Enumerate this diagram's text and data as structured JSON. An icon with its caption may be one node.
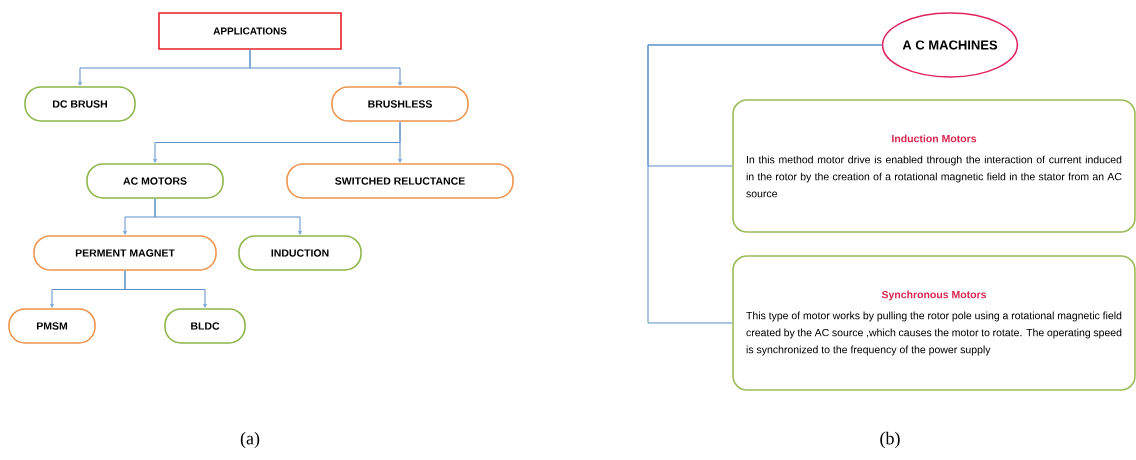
{
  "diagram": {
    "nodes": [
      {
        "text": [
          "APPLICATIONS"
        ]
      },
      {
        "text": [
          "DC BRUSH"
        ]
      },
      {
        "text": [
          "BRUSHLESS"
        ]
      },
      {
        "text": [
          "AC MOTORS"
        ]
      },
      {
        "text": [
          "SWITCHED RELUCTANCE"
        ]
      },
      {
        "text": [
          "PERMENT MAGNET"
        ]
      },
      {
        "text": [
          "INDUCTION"
        ]
      },
      {
        "text": [
          "PMSM"
        ]
      },
      {
        "text": [
          "BLDC"
        ]
      },
      {
        "text": [
          "A C MACHINES"
        ]
      },
      {
        "text": [
          "Induction Motors",
          "In this method motor drive is enabled through the interaction of current induced in the rotor by the creation of a rotational magnetic field in the stator from an AC source"
        ]
      },
      {
        "text": [
          "Synchronous Motors",
          "This type of motor works by pulling the rotor pole using a rotational magnetic field created by the AC source ,which causes the motor to rotate. The operating speed is synchronized to the frequency of the power supply"
        ]
      }
    ],
    "edges": [
      {
        "from": 0,
        "to": 1,
        "arrow": "to"
      },
      {
        "from": 0,
        "to": 2,
        "arrow": "to"
      },
      {
        "from": 2,
        "to": 3,
        "arrow": "to"
      },
      {
        "from": 2,
        "to": 4,
        "arrow": "to"
      },
      {
        "from": 3,
        "to": 5,
        "arrow": "to"
      },
      {
        "from": 3,
        "to": 6,
        "arrow": "to"
      },
      {
        "from": 5,
        "to": 7,
        "arrow": "to"
      },
      {
        "from": 5,
        "to": 8,
        "arrow": "to"
      },
      {
        "from": 9,
        "to": 10,
        "arrow": "none"
      },
      {
        "from": 9,
        "to": 11,
        "arrow": "none"
      }
    ],
    "labels": [
      "(a)",
      "(b)"
    ]
  }
}
